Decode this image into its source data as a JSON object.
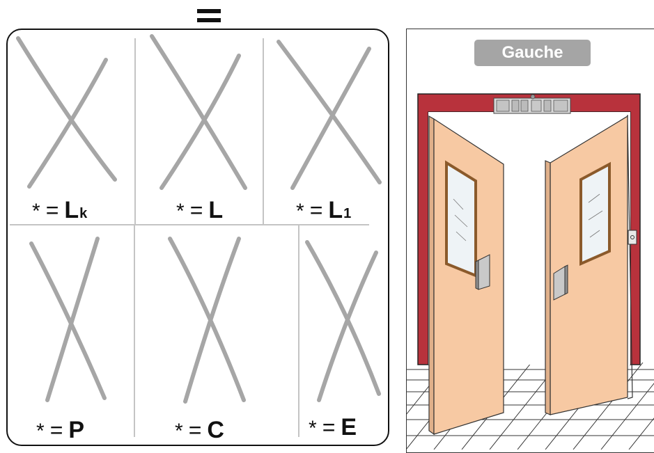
{
  "header": {
    "symbol": "="
  },
  "cells": [
    {
      "id": "lk",
      "star": "*",
      "eq": "=",
      "symbol": "L",
      "subscript": "k"
    },
    {
      "id": "l",
      "star": "*",
      "eq": "=",
      "symbol": "L",
      "subscript": ""
    },
    {
      "id": "l1",
      "star": "*",
      "eq": "=",
      "symbol": "L",
      "subscript": "1"
    },
    {
      "id": "p",
      "star": "*",
      "eq": "=",
      "symbol": "P",
      "subscript": ""
    },
    {
      "id": "c",
      "star": "*",
      "eq": "=",
      "symbol": "C",
      "subscript": ""
    },
    {
      "id": "e",
      "star": "*",
      "eq": "=",
      "symbol": "E",
      "subscript": ""
    }
  ],
  "door_panel": {
    "badge": "Gauche"
  },
  "colors": {
    "cross": "#a6a6a6",
    "frame": "#b8323c",
    "door": "#f7c9a3",
    "badge": "#a5a5a5"
  }
}
